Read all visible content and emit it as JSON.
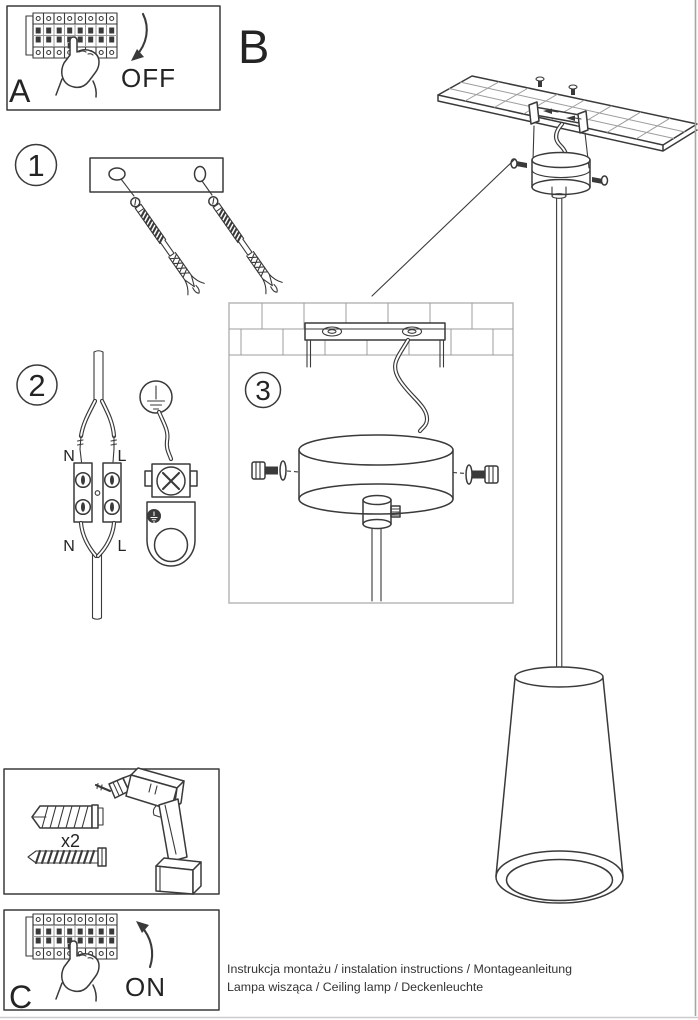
{
  "colors": {
    "ink": "#3a3a3a",
    "brick_line": "#9c9c9c",
    "step3_panel_border": "#bcbcbc"
  },
  "panel_a": {
    "label": "A",
    "action": "OFF"
  },
  "overview": {
    "label": "B"
  },
  "step1": {
    "number": "1"
  },
  "step2": {
    "number": "2",
    "terminals": {
      "top_left": "N",
      "top_right": "L",
      "bottom_left": "N",
      "bottom_right": "L"
    }
  },
  "step3": {
    "number": "3"
  },
  "tools": {
    "anchor_qty": "x2"
  },
  "panel_c": {
    "label": "C",
    "action": "ON"
  },
  "caption": {
    "line1": "Instrukcja montażu / instalation instructions / Montageanleitung",
    "line2": "Lampa wisząca / Ceiling lamp  / Deckenleuchte"
  }
}
